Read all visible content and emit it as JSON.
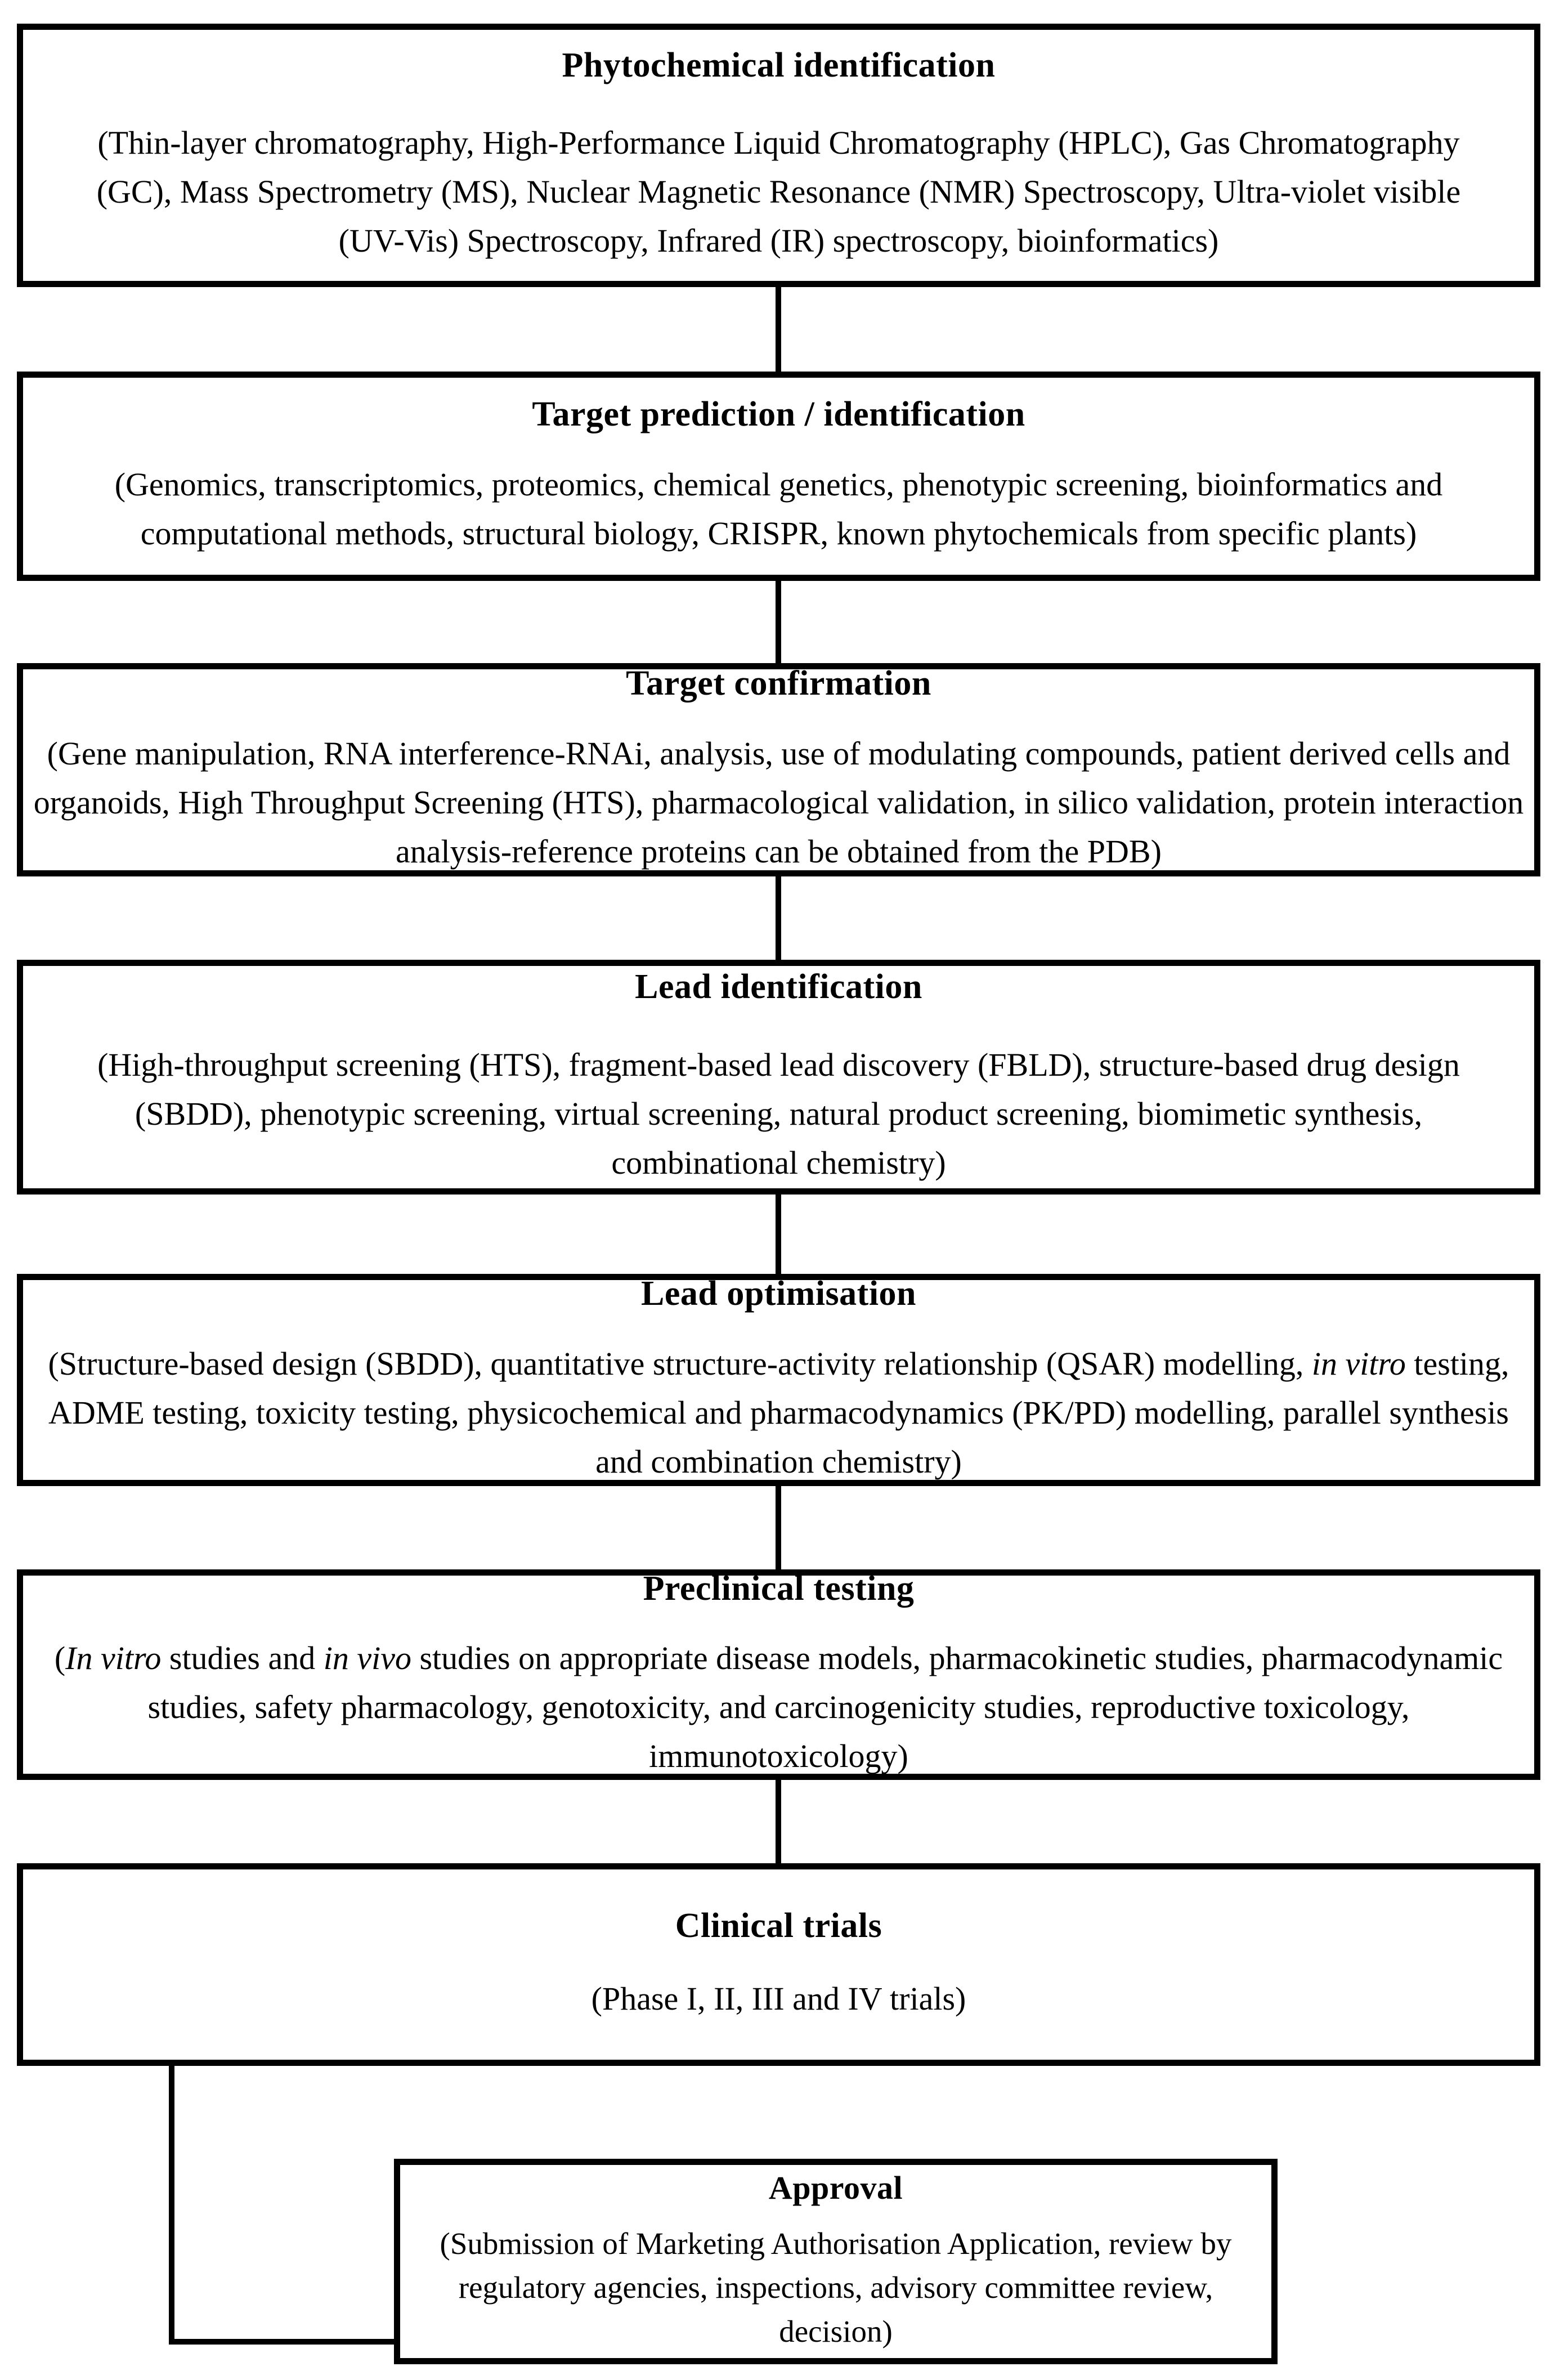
{
  "figure": {
    "background_color": "#ffffff",
    "line_color": "#000000",
    "boxes": [
      {
        "id": "phytochemical-identification",
        "title": "Phytochemical identification",
        "body": [
          {
            "t": "(Thin-layer chromatography, High-Performance Liquid Chromatography (HPLC), Gas Chromatography (GC), Mass Spectrometry (MS), Nuclear Magnetic Resonance (NMR) Spectroscopy, Ultra-violet visible (UV-Vis) Spectroscopy, Infrared (IR) spectroscopy, bioinformatics)"
          }
        ]
      },
      {
        "id": "target-prediction-identification",
        "title": "Target prediction / identification",
        "body": [
          {
            "t": "(Genomics, transcriptomics, proteomics, chemical genetics, phenotypic screening, bioinformatics and computational methods, structural biology, CRISPR, known phytochemicals from specific plants)"
          }
        ]
      },
      {
        "id": "target-confirmation",
        "title": "Target confirmation",
        "body": [
          {
            "t": "(Gene manipulation, RNA interference-RNAi, analysis, use of modulating compounds, patient derived cells and organoids, High Throughput Screening (HTS), pharmacological validation, in silico validation, protein interaction analysis-reference proteins can be obtained from the PDB)"
          }
        ]
      },
      {
        "id": "lead-identification",
        "title": "Lead identification",
        "body": [
          {
            "t": "(High-throughput screening (HTS), fragment-based lead discovery (FBLD), structure-based drug design (SBDD), phenotypic screening, virtual screening, natural product screening, biomimetic synthesis, combinational chemistry)"
          }
        ]
      },
      {
        "id": "lead-optimisation",
        "title": "Lead optimisation",
        "body": [
          {
            "t": "(Structure-based design (SBDD), quantitative structure-activity relationship (QSAR) modelling, "
          },
          {
            "t": "in vitro",
            "i": true
          },
          {
            "t": " testing, ADME testing, toxicity testing, physicochemical and pharmacodynamics (PK/PD) modelling, parallel synthesis and combination chemistry)"
          }
        ]
      },
      {
        "id": "preclinical-testing",
        "title": "Preclinical testing",
        "body": [
          {
            "t": "("
          },
          {
            "t": "In vitro",
            "i": true
          },
          {
            "t": " studies and "
          },
          {
            "t": "in vivo",
            "i": true
          },
          {
            "t": " studies on appropriate disease models, pharmacokinetic studies, pharmacodynamic studies, safety pharmacology, genotoxicity, and carcinogenicity studies, reproductive toxicology, immunotoxicology)"
          }
        ]
      },
      {
        "id": "clinical-trials",
        "title": "Clinical trials",
        "body": [
          {
            "t": "(Phase I, II, III and IV trials)"
          }
        ]
      },
      {
        "id": "approval",
        "title": "Approval",
        "body": [
          {
            "t": "(Submission of Marketing Authorisation Application, review by regulatory agencies, inspections, advisory committee review, decision)"
          }
        ]
      }
    ]
  }
}
